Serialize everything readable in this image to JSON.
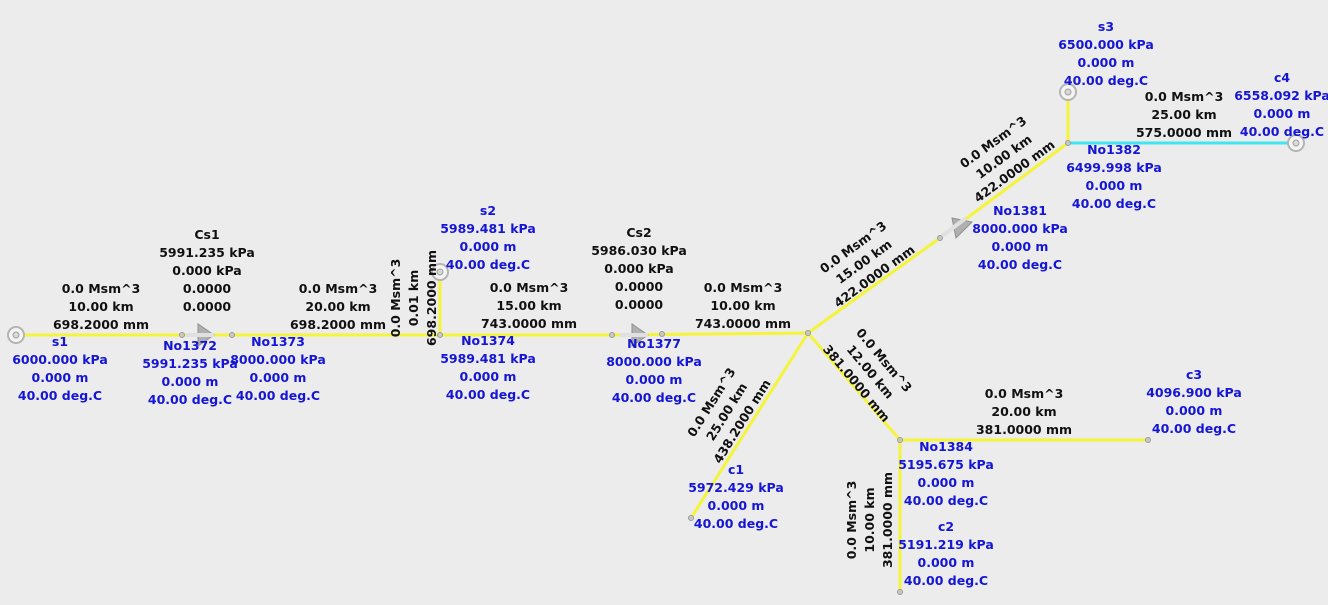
{
  "colors": {
    "pipe": "#f4f43a",
    "pipe_alt": "#3fe6ee",
    "node_text": "#1515d6",
    "pipe_text": "#111111",
    "background": "#ececec"
  },
  "nodes": {
    "s1": {
      "name": "s1",
      "pressure": "6000.000 kPa",
      "elevation": "0.000 m",
      "temperature": "40.00 deg.C"
    },
    "no1372": {
      "name": "No1372",
      "pressure": "5991.235 kPa",
      "elevation": "0.000 m",
      "temperature": "40.00 deg.C"
    },
    "no1373": {
      "name": "No1373",
      "pressure": "8000.000 kPa",
      "elevation": "0.000 m",
      "temperature": "40.00 deg.C"
    },
    "s2": {
      "name": "s2",
      "pressure": "5989.481 kPa",
      "elevation": "0.000 m",
      "temperature": "40.00 deg.C"
    },
    "no1374": {
      "name": "No1374",
      "pressure": "5989.481 kPa",
      "elevation": "0.000 m",
      "temperature": "40.00 deg.C"
    },
    "no1377": {
      "name": "No1377",
      "pressure": "8000.000 kPa",
      "elevation": "0.000 m",
      "temperature": "40.00 deg.C"
    },
    "c1": {
      "name": "c1",
      "pressure": "5972.429 kPa",
      "elevation": "0.000 m",
      "temperature": "40.00 deg.C"
    },
    "no1384": {
      "name": "No1384",
      "pressure": "5195.675 kPa",
      "elevation": "0.000 m",
      "temperature": "40.00 deg.C"
    },
    "c2": {
      "name": "c2",
      "pressure": "5191.219 kPa",
      "elevation": "0.000 m",
      "temperature": "40.00 deg.C"
    },
    "c3": {
      "name": "c3",
      "pressure": "4096.900 kPa",
      "elevation": "0.000 m",
      "temperature": "40.00 deg.C"
    },
    "no1381": {
      "name": "No1381",
      "pressure": "8000.000 kPa",
      "elevation": "0.000 m",
      "temperature": "40.00 deg.C"
    },
    "no1382": {
      "name": "No1382",
      "pressure": "6499.998 kPa",
      "elevation": "0.000 m",
      "temperature": "40.00 deg.C"
    },
    "s3": {
      "name": "s3",
      "pressure": "6500.000 kPa",
      "elevation": "0.000 m",
      "temperature": "40.00 deg.C"
    },
    "c4": {
      "name": "c4",
      "pressure": "6558.092 kPa",
      "elevation": "0.000 m",
      "temperature": "40.00 deg.C"
    }
  },
  "compressors": {
    "cs1": {
      "name": "Cs1",
      "line1": "5991.235 kPa",
      "line2": "0.000 kPa",
      "line3": "0.0000",
      "line4": "0.0000"
    },
    "cs2": {
      "name": "Cs2",
      "line1": "5986.030 kPa",
      "line2": "0.000 kPa",
      "line3": "0.0000",
      "line4": "0.0000"
    }
  },
  "pipes": {
    "p_s1": {
      "flow": "0.0 Msm^3",
      "length": "10.00 km",
      "diameter": "698.2000 mm"
    },
    "p_1373": {
      "flow": "0.0 Msm^3",
      "length": "20.00 km",
      "diameter": "698.2000 mm"
    },
    "p_s2": {
      "flow": "0.0 Msm^3",
      "length": "0.01 km",
      "diameter": "698.2000 mm"
    },
    "p_1374": {
      "flow": "0.0 Msm^3",
      "length": "15.00 km",
      "diameter": "743.0000 mm"
    },
    "p_1377": {
      "flow": "0.0 Msm^3",
      "length": "10.00 km",
      "diameter": "743.0000 mm"
    },
    "p_c1": {
      "flow": "0.0 Msm^3",
      "length": "25.00 km",
      "diameter": "438.2000 mm"
    },
    "p_1384": {
      "flow": "0.0 Msm^3",
      "length": "12.00 km",
      "diameter": "381.0000 mm"
    },
    "p_c3": {
      "flow": "0.0 Msm^3",
      "length": "20.00 km",
      "diameter": "381.0000 mm"
    },
    "p_c2": {
      "flow": "0.0 Msm^3",
      "length": "10.00 km",
      "diameter": "381.0000 mm"
    },
    "p_1381": {
      "flow": "0.0 Msm^3",
      "length": "15.00 km",
      "diameter": "422.0000 mm"
    },
    "p_1382": {
      "flow": "0.0 Msm^3",
      "length": "10.00 km",
      "diameter": "422.0000 mm"
    },
    "p_c4": {
      "flow": "0.0 Msm^3",
      "length": "25.00 km",
      "diameter": "575.0000 mm"
    }
  }
}
